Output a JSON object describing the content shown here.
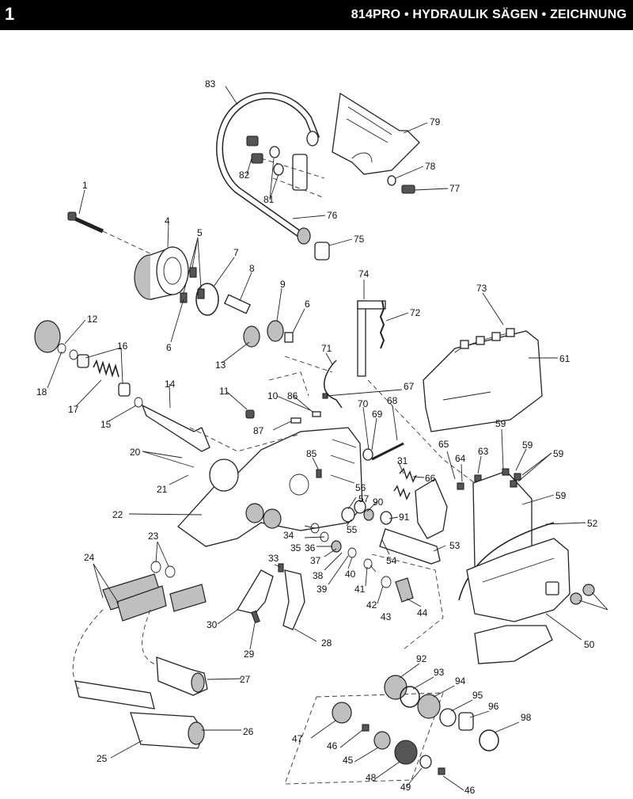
{
  "header": {
    "page_number": "1",
    "title": "814PRO • HYDRAULIK SÄGEN •  ZEICHNUNG"
  },
  "callouts": {
    "c1": "1",
    "c4": "4",
    "c5": "5",
    "c6a": "6",
    "c6b": "6",
    "c7": "7",
    "c8": "8",
    "c9": "9",
    "c10": "10",
    "c11": "11",
    "c12": "12",
    "c13": "13",
    "c14": "14",
    "c15": "15",
    "c16": "16",
    "c17": "17",
    "c18": "18",
    "c20": "20",
    "c21": "21",
    "c22": "22",
    "c23": "23",
    "c24": "24",
    "c25": "25",
    "c26": "26",
    "c27": "27",
    "c28": "28",
    "c29": "29",
    "c30": "30",
    "c31": "31",
    "c33": "33",
    "c34": "34",
    "c35": "35",
    "c36": "36",
    "c37": "37",
    "c38": "38",
    "c39": "39",
    "c40": "40",
    "c41": "41",
    "c42": "42",
    "c43": "43",
    "c44": "44",
    "c45": "45",
    "c46a": "46",
    "c46b": "46",
    "c47": "47",
    "c48": "48",
    "c49": "49",
    "c50": "50",
    "c52": "52",
    "c53": "53",
    "c54": "54",
    "c55": "55",
    "c56": "56",
    "c57": "57",
    "c59a": "59",
    "c59b": "59",
    "c59c": "59",
    "c59d": "59",
    "c61": "61",
    "c63": "63",
    "c64": "64",
    "c65": "65",
    "c66": "66",
    "c67": "67",
    "c68": "68",
    "c69": "69",
    "c70": "70",
    "c71": "71",
    "c72": "72",
    "c73": "73",
    "c74": "74",
    "c75": "75",
    "c76": "76",
    "c77": "77",
    "c78": "78",
    "c79": "79",
    "c81": "81",
    "c82": "82",
    "c83": "83",
    "c85": "85",
    "c86": "86",
    "c87": "87",
    "c90": "90",
    "c91": "91",
    "c92": "92",
    "c93": "93",
    "c94": "94",
    "c95": "95",
    "c96": "96",
    "c98": "98"
  }
}
